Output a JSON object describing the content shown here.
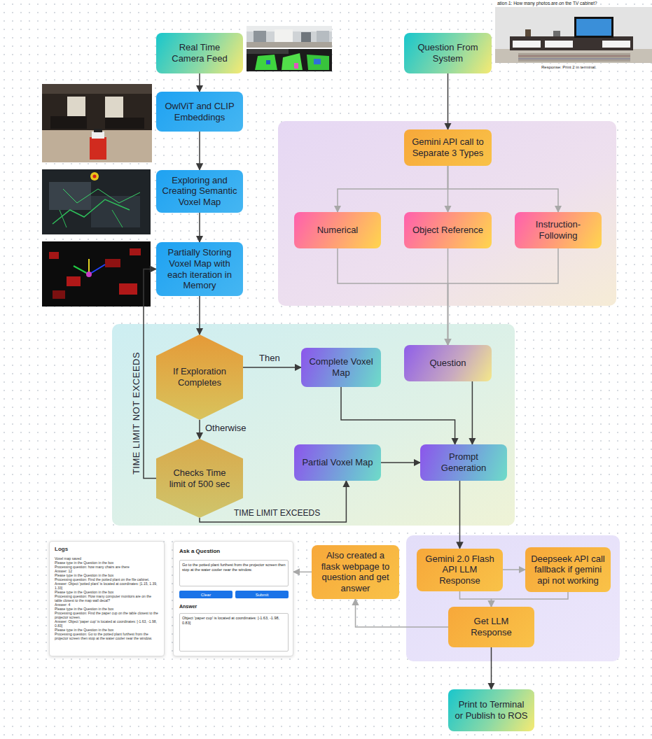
{
  "diagram": {
    "nodes": [
      {
        "text": [
          "Real Time Camera Feed"
        ]
      },
      {
        "text": [
          "Question From System"
        ]
      },
      {
        "text": [
          "OwlViT and CLIP Embeddings"
        ]
      },
      {
        "text": [
          "Gemini API call to Separate 3 Types"
        ]
      },
      {
        "text": [
          "Exploring and Creating Semantic Voxel Map"
        ]
      },
      {
        "text": [
          "Numerical"
        ]
      },
      {
        "text": [
          "Object Reference"
        ]
      },
      {
        "text": [
          "Instruction-Following"
        ]
      },
      {
        "text": [
          "Partially Storing Voxel Map with each iteration in Memory"
        ]
      },
      {
        "text": [
          "If Exploration Completes"
        ]
      },
      {
        "text": [
          "Complete Voxel Map"
        ]
      },
      {
        "text": [
          "Question"
        ]
      },
      {
        "text": [
          "Checks Time limit of 500 sec"
        ]
      },
      {
        "text": [
          "Partial Voxel Map"
        ]
      },
      {
        "text": [
          "Prompt Generation"
        ]
      },
      {
        "text": [
          "Gemini 2.0 Flash API LLM Response"
        ]
      },
      {
        "text": [
          "Deepseek API call fallback if gemini api not working"
        ]
      },
      {
        "text": [
          "Also created a flask webpage to question and get answer"
        ]
      },
      {
        "text": [
          "Get LLM Response"
        ]
      },
      {
        "text": [
          "Print to Terminal or Publish to ROS"
        ]
      },
      {
        "text": [
          "Logs",
          "Voxel map saved",
          "Please type in the Question in the box",
          "Processing question: how many chairs are there",
          "Answer: 12",
          "Please type in the Question in the box",
          "Processing question: Find the potted plant on the file cabinet.",
          "Answer: Object 'potted plant' is located at coordinates: [1.15, 1.39, 1.33]",
          "Please type in the Question in the box",
          "Processing question: How many computer monitors are on the table closest to the map wall decal?",
          "Answer: 4",
          "Please type in the Question in the box",
          "Processing question: Find the paper cup on the table closest to the projector screen.",
          "Answer: Object 'paper cup' is located at coordinates: [-1.63, -1.98, 0.83]",
          "Please type in the Question in the box",
          "Processing question: Go to the potted plant furthest from the projector screen then stop at the water cooler near the window."
        ]
      },
      {
        "text": [
          "Ask a Question",
          "Answer"
        ]
      },
      {
        "text": [
          "Go to the potted plant furthest from the projector screen then stop at the water cooler near the window."
        ],
        "in": 21
      },
      {
        "text": [
          "Clear"
        ],
        "in": 21
      },
      {
        "text": [
          "Submit"
        ],
        "in": 21
      },
      {
        "text": [
          "Object 'paper cup' is located at coordinates: [-1.63, -1.98, 0.83]"
        ],
        "in": 21
      }
    ],
    "edges": [
      {
        "from": 0,
        "to": 2,
        "arrow": "to"
      },
      {
        "from": 2,
        "to": 4,
        "arrow": "to"
      },
      {
        "from": 4,
        "to": 8,
        "arrow": "to"
      },
      {
        "from": 8,
        "to": 9,
        "arrow": "to"
      },
      {
        "from": 9,
        "to": 10,
        "label": "Then",
        "arrow": "to"
      },
      {
        "from": 9,
        "to": 12,
        "label": "Otherwise",
        "arrow": "to"
      },
      {
        "from": 12,
        "to": 8,
        "label": "TIME LIMIT NOT EXCEEDS",
        "arrow": "to"
      },
      {
        "from": 12,
        "to": 13,
        "label": "TIME LIMIT EXCEEDS",
        "arrow": "to"
      },
      {
        "from": 1,
        "to": 3,
        "arrow": "to"
      },
      {
        "from": 3,
        "to": 5,
        "arrow": "to"
      },
      {
        "from": 3,
        "to": 6,
        "arrow": "to"
      },
      {
        "from": 3,
        "to": 7,
        "arrow": "to"
      },
      {
        "from": 5,
        "to": 11,
        "arrow": "to"
      },
      {
        "from": 6,
        "to": 11,
        "arrow": "to"
      },
      {
        "from": 7,
        "to": 11,
        "arrow": "to"
      },
      {
        "from": 10,
        "to": 14,
        "arrow": "to"
      },
      {
        "from": 11,
        "to": 14,
        "arrow": "to"
      },
      {
        "from": 13,
        "to": 14,
        "arrow": "to"
      },
      {
        "from": 14,
        "to": 15,
        "arrow": "to"
      },
      {
        "from": 15,
        "to": 16,
        "arrow": "to"
      },
      {
        "from": 15,
        "to": 18,
        "arrow": "to"
      },
      {
        "from": 16,
        "to": 18,
        "arrow": "to"
      },
      {
        "from": 18,
        "to": 17,
        "arrow": "to"
      },
      {
        "from": 17,
        "to": 21,
        "arrow": "to"
      },
      {
        "from": 18,
        "to": 19,
        "arrow": "to"
      }
    ],
    "labels": [
      "ation 1: How many photos are on the TV cabinet?",
      "Response: Print 2 in terminal."
    ]
  }
}
